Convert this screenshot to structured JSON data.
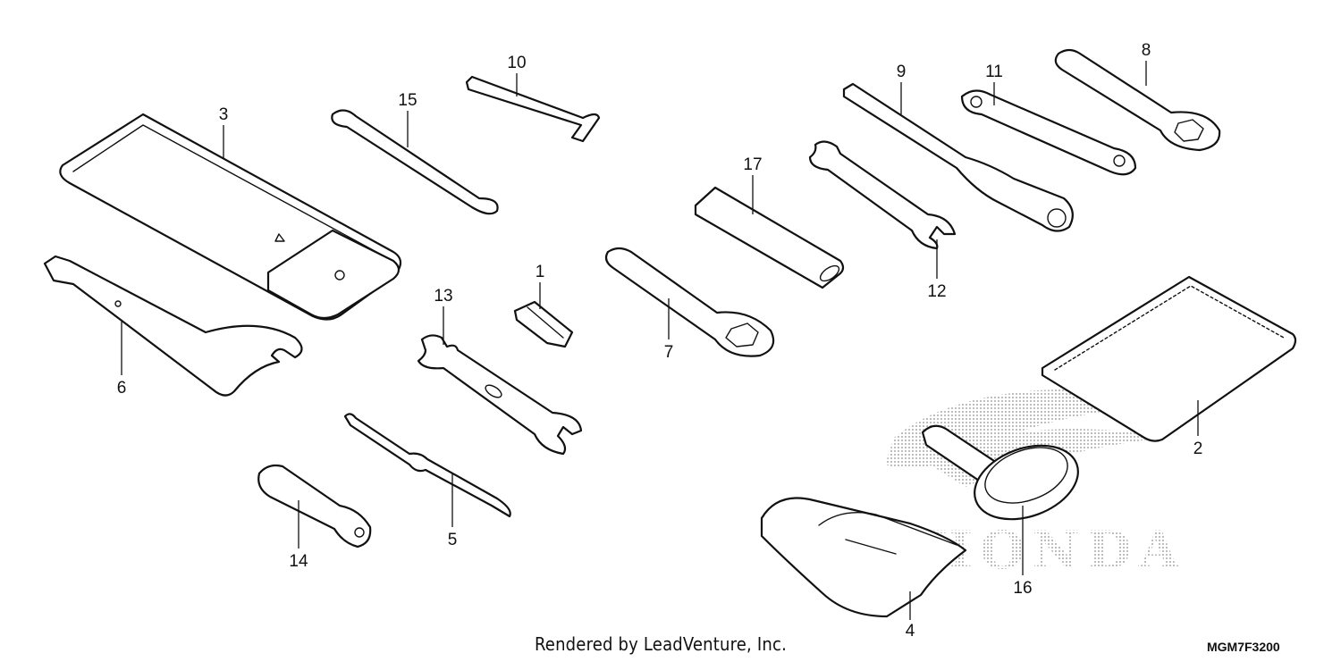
{
  "diagram": {
    "credit": "Rendered by LeadVenture, Inc.",
    "code": "MGM7F3200",
    "brand_mark": "HONDA",
    "callouts": [
      "1",
      "2",
      "3",
      "4",
      "5",
      "6",
      "7",
      "8",
      "9",
      "10",
      "11",
      "12",
      "13",
      "14",
      "15",
      "16",
      "17"
    ]
  }
}
